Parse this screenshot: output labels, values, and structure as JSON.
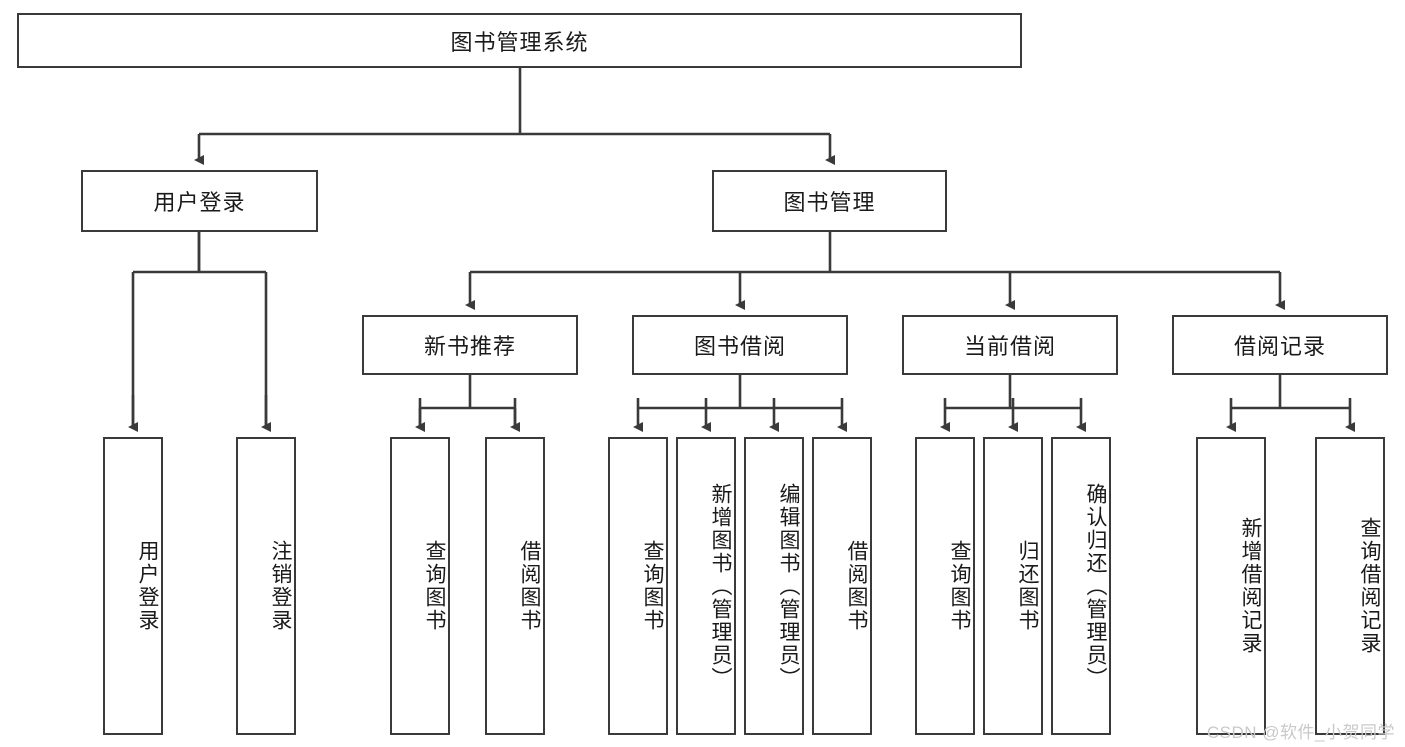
{
  "diagram": {
    "title": "图书管理系统",
    "type": "hierarchy-tree",
    "watermark": "CSDN @软件_小贺同学",
    "colors": {
      "box_border": "#3a3a3a",
      "box_fill": "#ffffff",
      "text": "#1a1a1a",
      "edge": "#3a3a3a",
      "watermark": "#c9c9c9",
      "background": "#ffffff"
    },
    "nodes": {
      "root": {
        "label": "图书管理系统"
      },
      "level2": [
        {
          "id": "user-login",
          "label": "用户登录"
        },
        {
          "id": "book-manage",
          "label": "图书管理"
        }
      ],
      "level3": [
        {
          "id": "new-book-recommend",
          "label": "新书推荐"
        },
        {
          "id": "book-borrow",
          "label": "图书借阅"
        },
        {
          "id": "current-borrow",
          "label": "当前借阅"
        },
        {
          "id": "borrow-record",
          "label": "借阅记录"
        }
      ],
      "leaves": {
        "user_login": [
          {
            "id": "leaf-user-login",
            "label": "用户登录"
          },
          {
            "id": "leaf-logout-login",
            "label": "注销登录"
          }
        ],
        "new_book_recommend": [
          {
            "id": "leaf-query-book-1",
            "label": "查询图书"
          },
          {
            "id": "leaf-borrow-book-1",
            "label": "借阅图书"
          }
        ],
        "book_borrow": [
          {
            "id": "leaf-query-book-2",
            "label": "查询图书"
          },
          {
            "id": "leaf-add-book",
            "label": "新增图书（管理员）"
          },
          {
            "id": "leaf-edit-book",
            "label": "编辑图书（管理员）"
          },
          {
            "id": "leaf-borrow-book-2",
            "label": "借阅图书"
          }
        ],
        "current_borrow": [
          {
            "id": "leaf-query-book-3",
            "label": "查询图书"
          },
          {
            "id": "leaf-return-book",
            "label": "归还图书"
          },
          {
            "id": "leaf-confirm-return",
            "label": "确认归还（管理员）"
          }
        ],
        "borrow_record": [
          {
            "id": "leaf-add-record",
            "label": "新增借阅记录"
          },
          {
            "id": "leaf-query-record",
            "label": "查询借阅记录"
          }
        ]
      }
    }
  }
}
